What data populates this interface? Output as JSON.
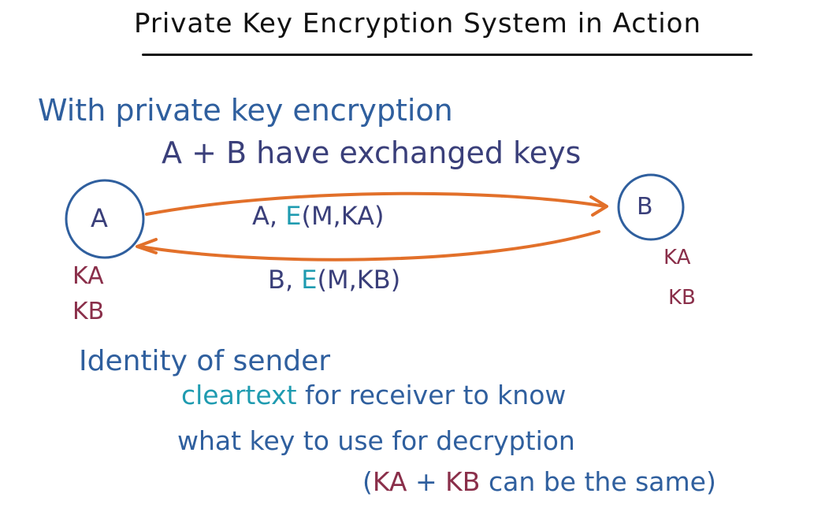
{
  "title": "Private Key Encryption System in Action",
  "intro": {
    "line1": "With private key encryption",
    "line2": "A + B have exchanged keys"
  },
  "nodes": {
    "a": {
      "label": "A",
      "keys": [
        "KA",
        "KB"
      ]
    },
    "b": {
      "label": "B",
      "keys": [
        "KA",
        "KB"
      ]
    }
  },
  "messages": {
    "forward": {
      "sender": "A,",
      "cipher": "E",
      "args": "(M,KA)"
    },
    "back": {
      "sender": "B,",
      "cipher": "E",
      "args": "(M,KB)"
    }
  },
  "notes": {
    "line1": "Identity of sender",
    "line2_highlight": "cleartext",
    "line2_rest": "for receiver to know",
    "line3": "what key to use for decryption",
    "line4_open": "(",
    "line4_key_a": "KA",
    "line4_plus": "+",
    "line4_key_b": "KB",
    "line4_rest": "can be the same)"
  },
  "colors": {
    "ink_blue": "#2f5f9e",
    "ink_navy": "#3a3f7a",
    "ink_maroon": "#8a2f4a",
    "ink_teal": "#1f9bb0",
    "arrow_orange": "#e2702a",
    "title_black": "#111111"
  }
}
